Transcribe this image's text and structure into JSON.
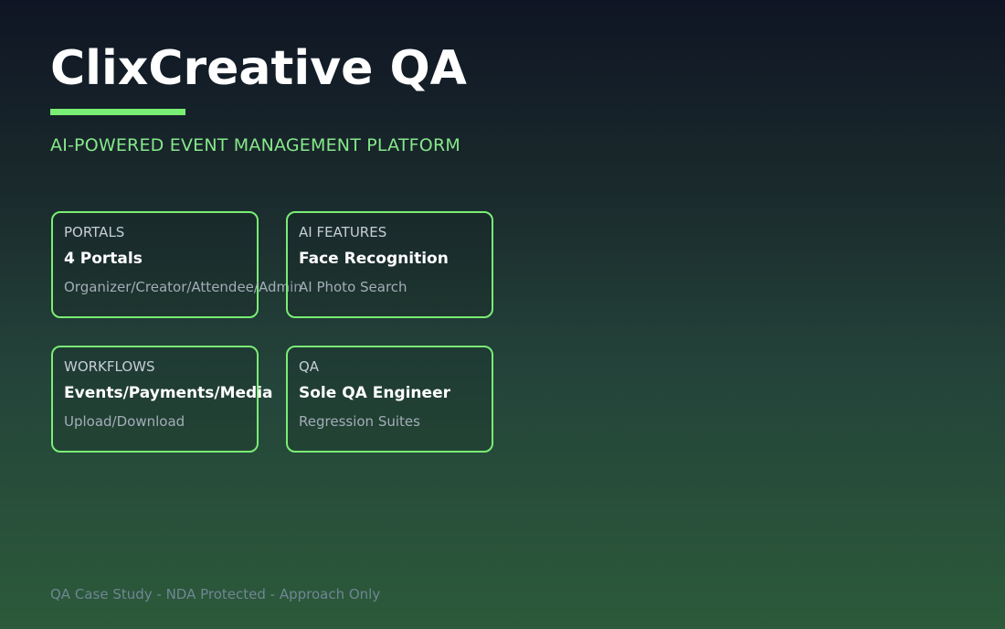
{
  "header": {
    "title": "ClixCreative QA",
    "subtitle": "AI-POWERED EVENT MANAGEMENT PLATFORM"
  },
  "cards": [
    {
      "label": "PORTALS",
      "value": "4 Portals",
      "detail": "Organizer/Creator/Attendee/Admin"
    },
    {
      "label": "AI FEATURES",
      "value": "Face Recognition",
      "detail": "AI Photo Search"
    },
    {
      "label": "WORKFLOWS",
      "value": "Events/Payments/Media",
      "detail": "Upload/Download"
    },
    {
      "label": "QA",
      "value": "Sole QA Engineer",
      "detail": "Regression Suites"
    }
  ],
  "footer": {
    "text": "QA Case Study - NDA Protected - Approach Only"
  },
  "colors": {
    "accent": "#7aed75",
    "subtitle": "#86e88a",
    "footer": "#6f8795"
  }
}
